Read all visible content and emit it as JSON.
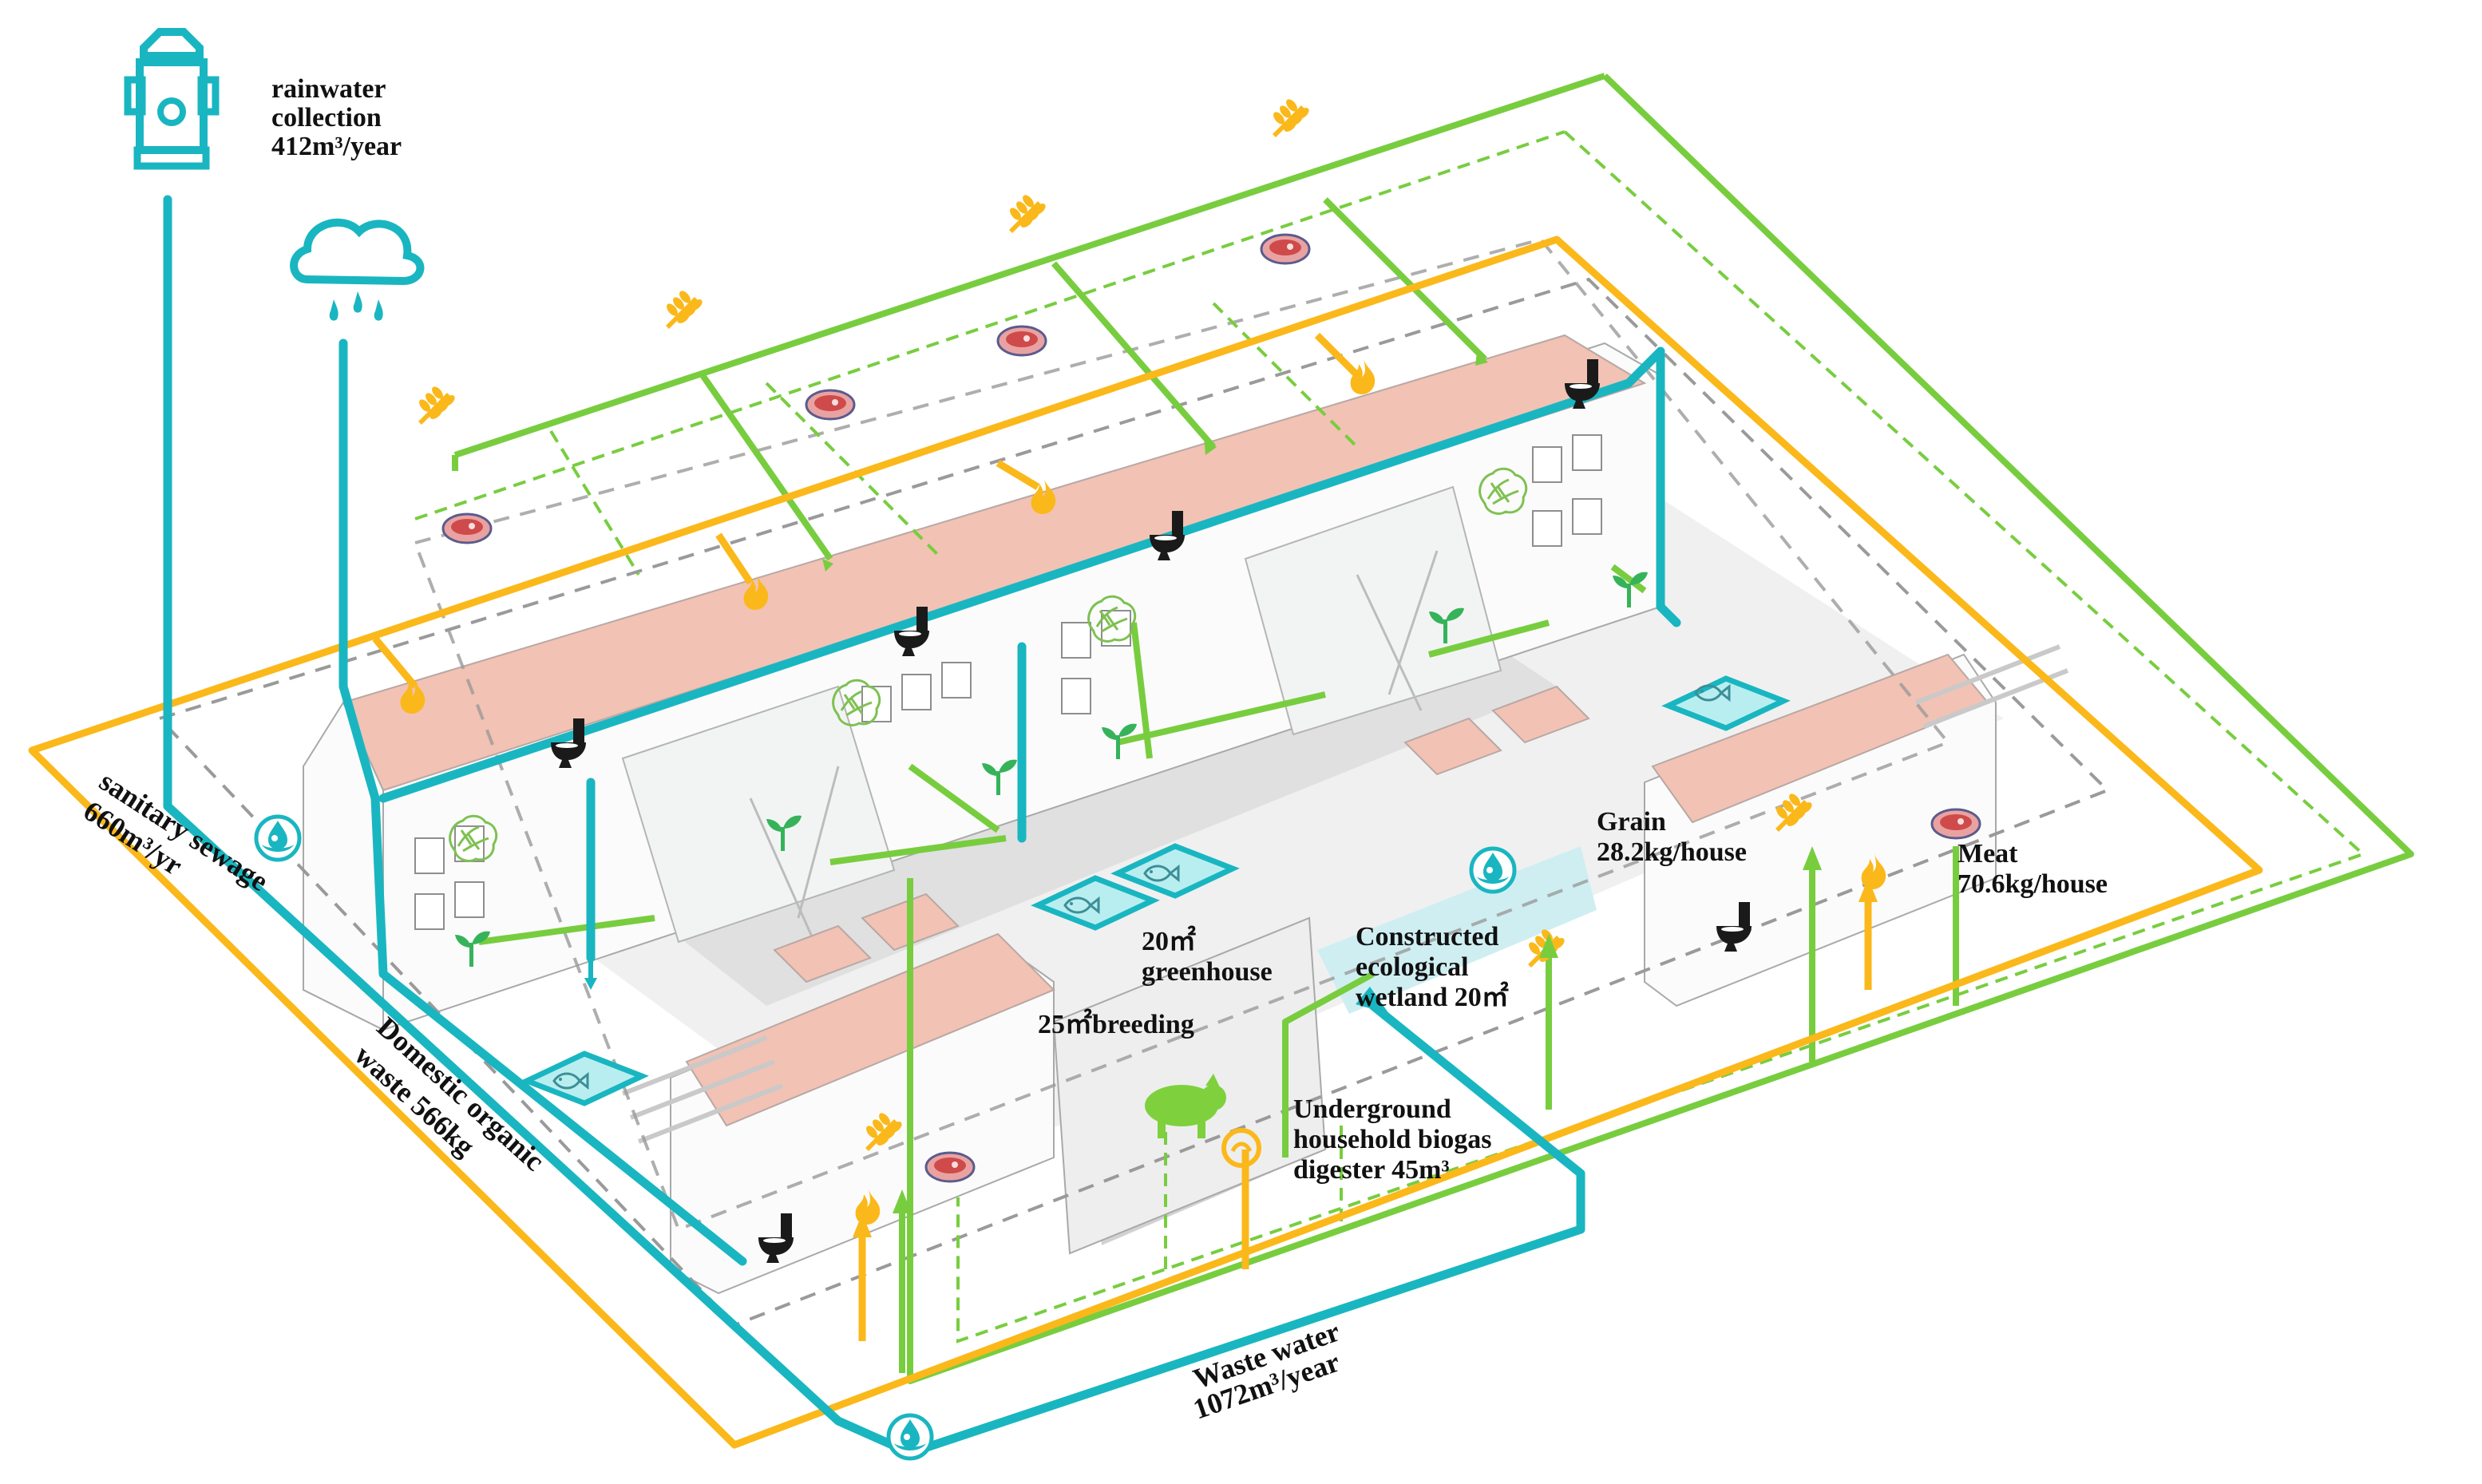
{
  "labels": {
    "rainwater": [
      "rainwater",
      "collection",
      "412m³/year"
    ],
    "sanitary": "sanitary sewage",
    "sanitary_val": "660m³/yr",
    "domestic": "Domestic organic",
    "domestic_val": "waste 566kg",
    "grain": [
      "Grain",
      "28.2kg/house"
    ],
    "meat": [
      "Meat",
      "70.6kg/house"
    ],
    "greenhouse": [
      "20㎡",
      "greenhouse"
    ],
    "breeding": "25㎡breeding",
    "wetland": [
      "Constructed",
      "ecological",
      "wetland  20㎡"
    ],
    "biogas": [
      "Underground",
      "household biogas",
      "digester  45m³"
    ],
    "wastewater": [
      "Waste water",
      "1072m³/year"
    ]
  },
  "colors": {
    "water": "#19b6c1",
    "organic_waste": "#fbb81a",
    "food_flow": "#78cd3f",
    "boundary": "#9a9a9a",
    "roof": "#f2c2b4"
  },
  "icons": [
    "hydrant-icon",
    "rain-cloud-icon",
    "grain-icon",
    "meat-icon",
    "flame-icon",
    "toilet-icon",
    "lettuce-icon",
    "sprout-icon",
    "fish-icon",
    "pig-icon",
    "biogas-icon",
    "water-drop-icon"
  ]
}
